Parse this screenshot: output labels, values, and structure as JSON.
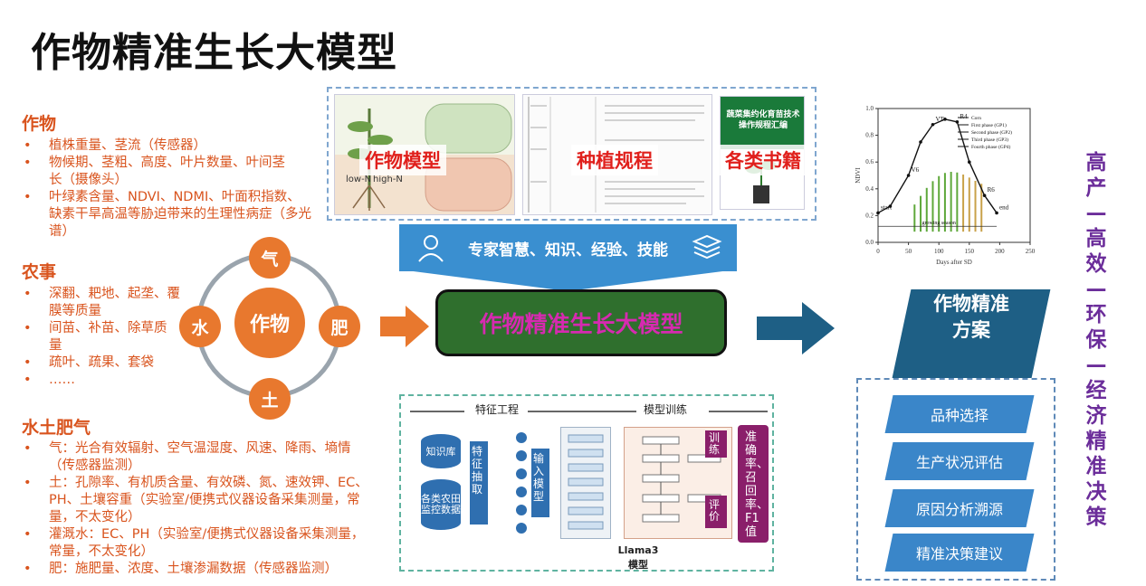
{
  "title": "作物精准生长大模型",
  "left": {
    "crop": {
      "heading": "作物",
      "items": [
        "植株重量、茎流（传感器）",
        "物候期、茎粗、高度、叶片数量、叶间茎长（摄像头）",
        "叶绿素含量、NDVI、NDMI、叶面积指数、缺素干旱高温等胁迫带来的生理性病症（多光谱）"
      ]
    },
    "farming": {
      "heading": "农事",
      "items": [
        "深翻、耙地、起垄、覆膜等质量",
        "间苗、补苗、除草质量",
        "疏叶、疏果、套袋",
        "……"
      ]
    },
    "soil": {
      "heading": "水土肥气",
      "items": [
        "气：光合有效辐射、空气温湿度、风速、降雨、墒情（传感器监测）",
        "土：孔隙率、有机质含量、有效磷、氮、速效钾、EC、PH、土壤容重（实验室/便携式仪器设备采集测量，常量，不太变化）",
        "灌溉水：EC、PH（实验室/便携式仪器设备采集测量，常量，不太变化）",
        "肥：施肥量、浓度、土壤渗漏数据（传感器监测）"
      ]
    }
  },
  "cycle": {
    "center": "作物",
    "top": "气",
    "right": "肥",
    "bottom": "土",
    "left": "水"
  },
  "sources": {
    "crop_model": "作物模型",
    "planting": "种植规程",
    "books": "各类书籍",
    "book_title": "蔬菜集约化育苗技术操作规程汇编",
    "img_low": "low-N",
    "img_high": "high-N"
  },
  "expert_banner": "专家智慧、知识、经验、技能",
  "core_model": "作物精准生长大模型",
  "training": {
    "feature_eng": "特征工程",
    "model_train": "模型训练",
    "knowledge_base": "知识库",
    "monitor_data": "各类农田监控数据",
    "feature_extract": "特征抽取",
    "input_model": "输入模型",
    "train": "训练",
    "evaluate": "评价",
    "metrics": "准确率、召回率、F1值",
    "llama": "Llama3",
    "llama_sub": "模型"
  },
  "growth_chart": {
    "ylabel": "NDVI",
    "xlabel": "Days after SD",
    "xticks": [
      "0",
      "50",
      "100",
      "150",
      "200",
      "250"
    ],
    "yticks": [
      "0.0",
      "0.2",
      "0.4",
      "0.6",
      "0.8",
      "1.0"
    ],
    "legend": [
      "Corn",
      "First phase (GP1)",
      "Second phase (GP2)",
      "Third phase (GP3)",
      "Fourth phase (GP4)"
    ],
    "stages": [
      "start",
      "V6",
      "VT",
      "R4",
      "R6",
      "end"
    ],
    "season": "growing season"
  },
  "plan_box": "作物精准方案",
  "outcomes": [
    "品种选择",
    "生产状况评估",
    "原因分析溯源",
    "精准决策建议"
  ],
  "goals": "高产—高效—环保—经济精准决策"
}
